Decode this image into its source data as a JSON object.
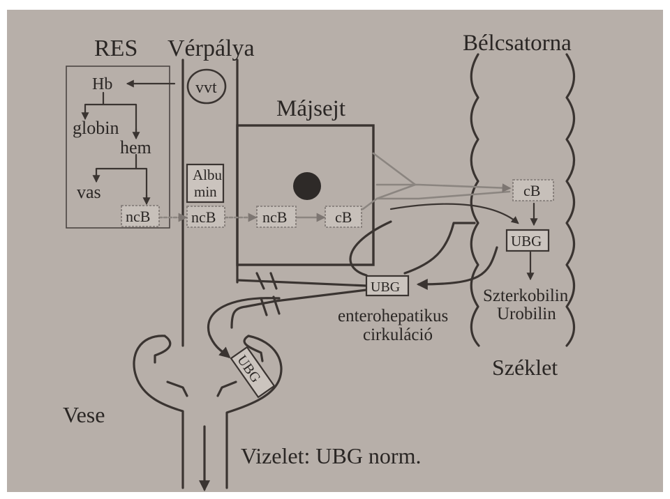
{
  "labels": {
    "res": "RES",
    "verpalya": "Vérpálya",
    "belcsatorna": "Bélcsatorna",
    "majsejt": "Májsejt",
    "vvt": "vvt",
    "hb": "Hb",
    "globin": "globin",
    "hem": "hem",
    "vas": "vas",
    "ncb_res": "ncB",
    "albumin_1": "Albu",
    "albumin_2": "min",
    "ncb_blood": "ncB",
    "ncb_liver": "ncB",
    "cb_liver": "cB",
    "cb_gut": "cB",
    "ubg_gut": "UBG",
    "ubg_portal": "UBG",
    "ubg_kidney": "UBG",
    "sterco_1": "Szterkobilin",
    "sterco_2": "Urobilin",
    "entero_1": "enterohepatikus",
    "entero_2": "cirkuláció",
    "szeklet": "Széklet",
    "vese": "Vese",
    "vizelet": "Vizelet: UBG norm."
  },
  "colors": {
    "background": "#b7afa9",
    "ink": "#2a2624",
    "frame": "#ffffff"
  }
}
